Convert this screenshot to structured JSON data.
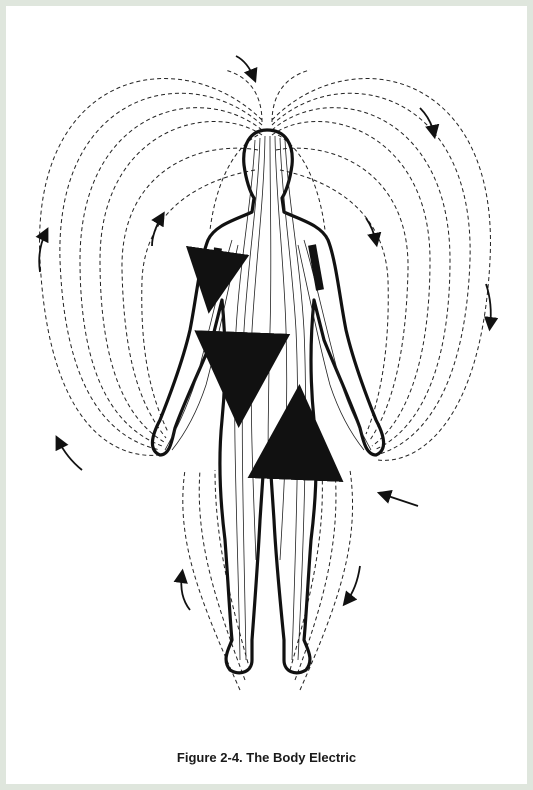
{
  "caption": "Figure 2-4. The Body Electric",
  "colors": {
    "background": "#ffffff",
    "ink": "#111111",
    "frame": "#dfe6dd"
  },
  "arrows": [
    "flow-arrow-top",
    "flow-arrow-right-shoulder",
    "flow-arrow-right-upper",
    "flow-arrow-right-mid",
    "flow-arrow-right-hand",
    "flow-arrow-right-feet",
    "flow-arrow-left-top",
    "flow-arrow-left-upper",
    "flow-arrow-left-hand",
    "flow-arrow-left-feet"
  ]
}
